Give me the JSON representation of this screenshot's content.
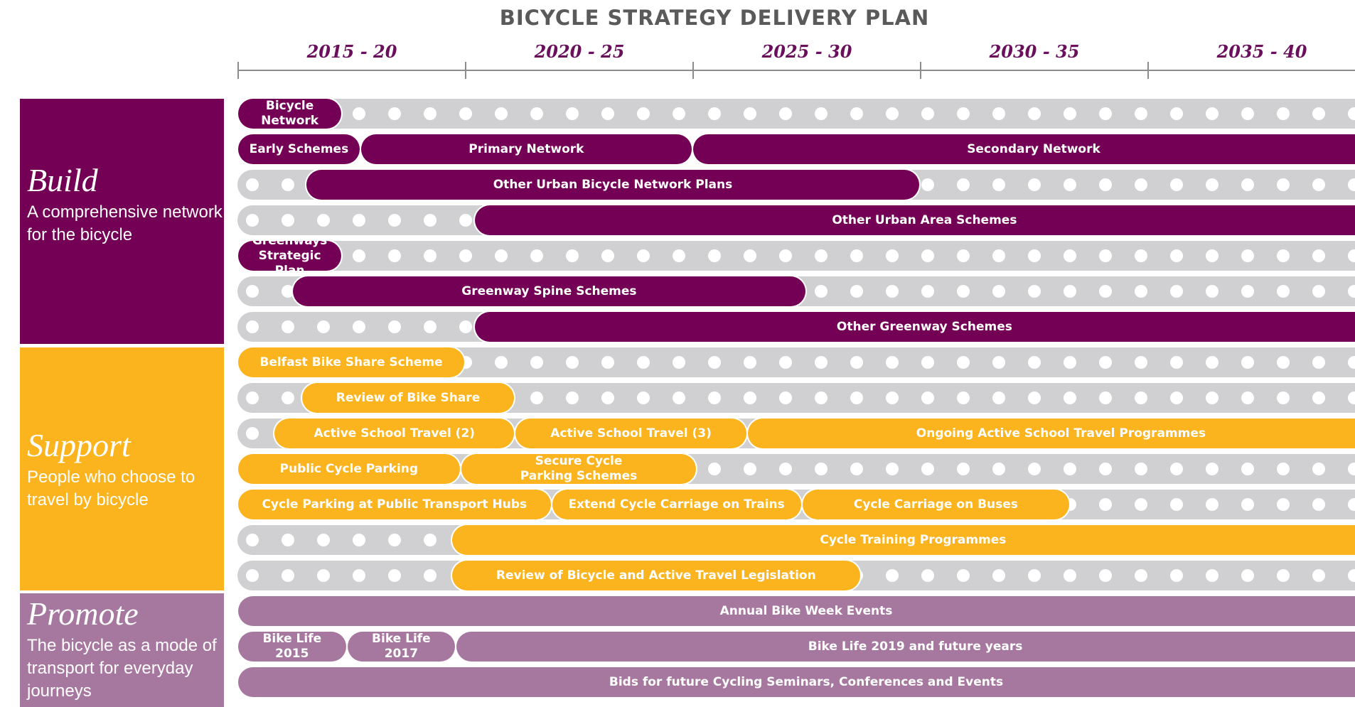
{
  "title": "BICYCLE STRATEGY DELIVERY PLAN",
  "periods": [
    "2015 - 20",
    "2020 - 25",
    "2025 - 30",
    "2030 - 35",
    "2035 - 40"
  ],
  "colors": {
    "build": "#740056",
    "support": "#fbb41e",
    "promote": "#a7789f",
    "chain": "#d0d0d2",
    "axis": "#8c8c8c",
    "period_text": "#6a0f5c",
    "title_text": "#5a5a5a"
  },
  "sections": [
    {
      "id": "build",
      "name": "Build",
      "description": "A comprehensive network for the bicycle",
      "color": "#740056"
    },
    {
      "id": "support",
      "name": "Support",
      "description": "People who choose to travel by bicycle",
      "color": "#fbb41e"
    },
    {
      "id": "promote",
      "name": "Promote",
      "description": "The bicycle as a mode of transport for everyday journeys",
      "color": "#a7789f"
    }
  ],
  "rows": [
    {
      "section": "build",
      "chain": true,
      "bars": [
        {
          "label": "Belfast Bicycle\nNetwork Plan",
          "start": 2015,
          "end": 2017.3
        }
      ]
    },
    {
      "section": "build",
      "chain": false,
      "bars": [
        {
          "label": "Early Schemes",
          "start": 2015,
          "end": 2017.7
        },
        {
          "label": "Primary Network",
          "start": 2017.7,
          "end": 2025
        },
        {
          "label": "Secondary Network",
          "start": 2025,
          "end": 2040
        }
      ]
    },
    {
      "section": "build",
      "chain": true,
      "bars": [
        {
          "label": "Other Urban Bicycle Network Plans",
          "start": 2016.5,
          "end": 2030
        }
      ]
    },
    {
      "section": "build",
      "chain": true,
      "bars": [
        {
          "label": "Other Urban Area Schemes",
          "start": 2020.2,
          "end": 2040
        }
      ]
    },
    {
      "section": "build",
      "chain": true,
      "bars": [
        {
          "label": "Greenways\nStrategic Plan",
          "start": 2015,
          "end": 2017.3
        }
      ]
    },
    {
      "section": "build",
      "chain": true,
      "bars": [
        {
          "label": "Greenway Spine Schemes",
          "start": 2016.2,
          "end": 2027.5
        }
      ]
    },
    {
      "section": "build",
      "chain": true,
      "bars": [
        {
          "label": "Other Greenway Schemes",
          "start": 2020.2,
          "end": 2040
        }
      ]
    },
    {
      "section": "support",
      "chain": true,
      "bars": [
        {
          "label": "Belfast Bike Share Scheme",
          "start": 2015,
          "end": 2020
        }
      ]
    },
    {
      "section": "support",
      "chain": true,
      "bars": [
        {
          "label": "Review of Bike Share",
          "start": 2016.4,
          "end": 2021.1
        }
      ]
    },
    {
      "section": "support",
      "chain": true,
      "bars": [
        {
          "label": "Active School Travel (2)",
          "start": 2015.8,
          "end": 2021.1
        },
        {
          "label": "Active School Travel (3)",
          "start": 2021.1,
          "end": 2026.2
        },
        {
          "label": "Ongoing Active School Travel Programmes",
          "start": 2026.2,
          "end": 2040
        }
      ]
    },
    {
      "section": "support",
      "chain": true,
      "bars": [
        {
          "label": "Public Cycle Parking",
          "start": 2015,
          "end": 2019.9
        },
        {
          "label": "Secure Cycle\nParking Schemes",
          "start": 2019.9,
          "end": 2025.1
        }
      ]
    },
    {
      "section": "support",
      "chain": true,
      "bars": [
        {
          "label": "Cycle Parking at Public Transport Hubs",
          "start": 2015,
          "end": 2021.9
        },
        {
          "label": "Extend Cycle Carriage on Trains",
          "start": 2021.9,
          "end": 2027.4
        },
        {
          "label": "Cycle Carriage on Buses",
          "start": 2027.4,
          "end": 2033.3
        }
      ]
    },
    {
      "section": "support",
      "chain": true,
      "bars": [
        {
          "label": "Cycle Training Programmes",
          "start": 2019.7,
          "end": 2040
        }
      ]
    },
    {
      "section": "support",
      "chain": true,
      "bars": [
        {
          "label": "Review of Bicycle and Active Travel Legislation",
          "start": 2019.7,
          "end": 2028.7
        }
      ]
    },
    {
      "section": "promote",
      "chain": false,
      "bars": [
        {
          "label": "Annual Bike Week Events",
          "start": 2015,
          "end": 2040
        }
      ]
    },
    {
      "section": "promote",
      "chain": false,
      "bars": [
        {
          "label": "Bike Life\n2015",
          "start": 2015,
          "end": 2017.4
        },
        {
          "label": "Bike Life\n2017",
          "start": 2017.4,
          "end": 2019.8
        },
        {
          "label": "Bike Life 2019 and future years",
          "start": 2019.8,
          "end": 2040
        }
      ]
    },
    {
      "section": "promote",
      "chain": false,
      "bars": [
        {
          "label": "Bids for future Cycling Seminars, Conferences and Events",
          "start": 2015,
          "end": 2040
        }
      ]
    }
  ]
}
